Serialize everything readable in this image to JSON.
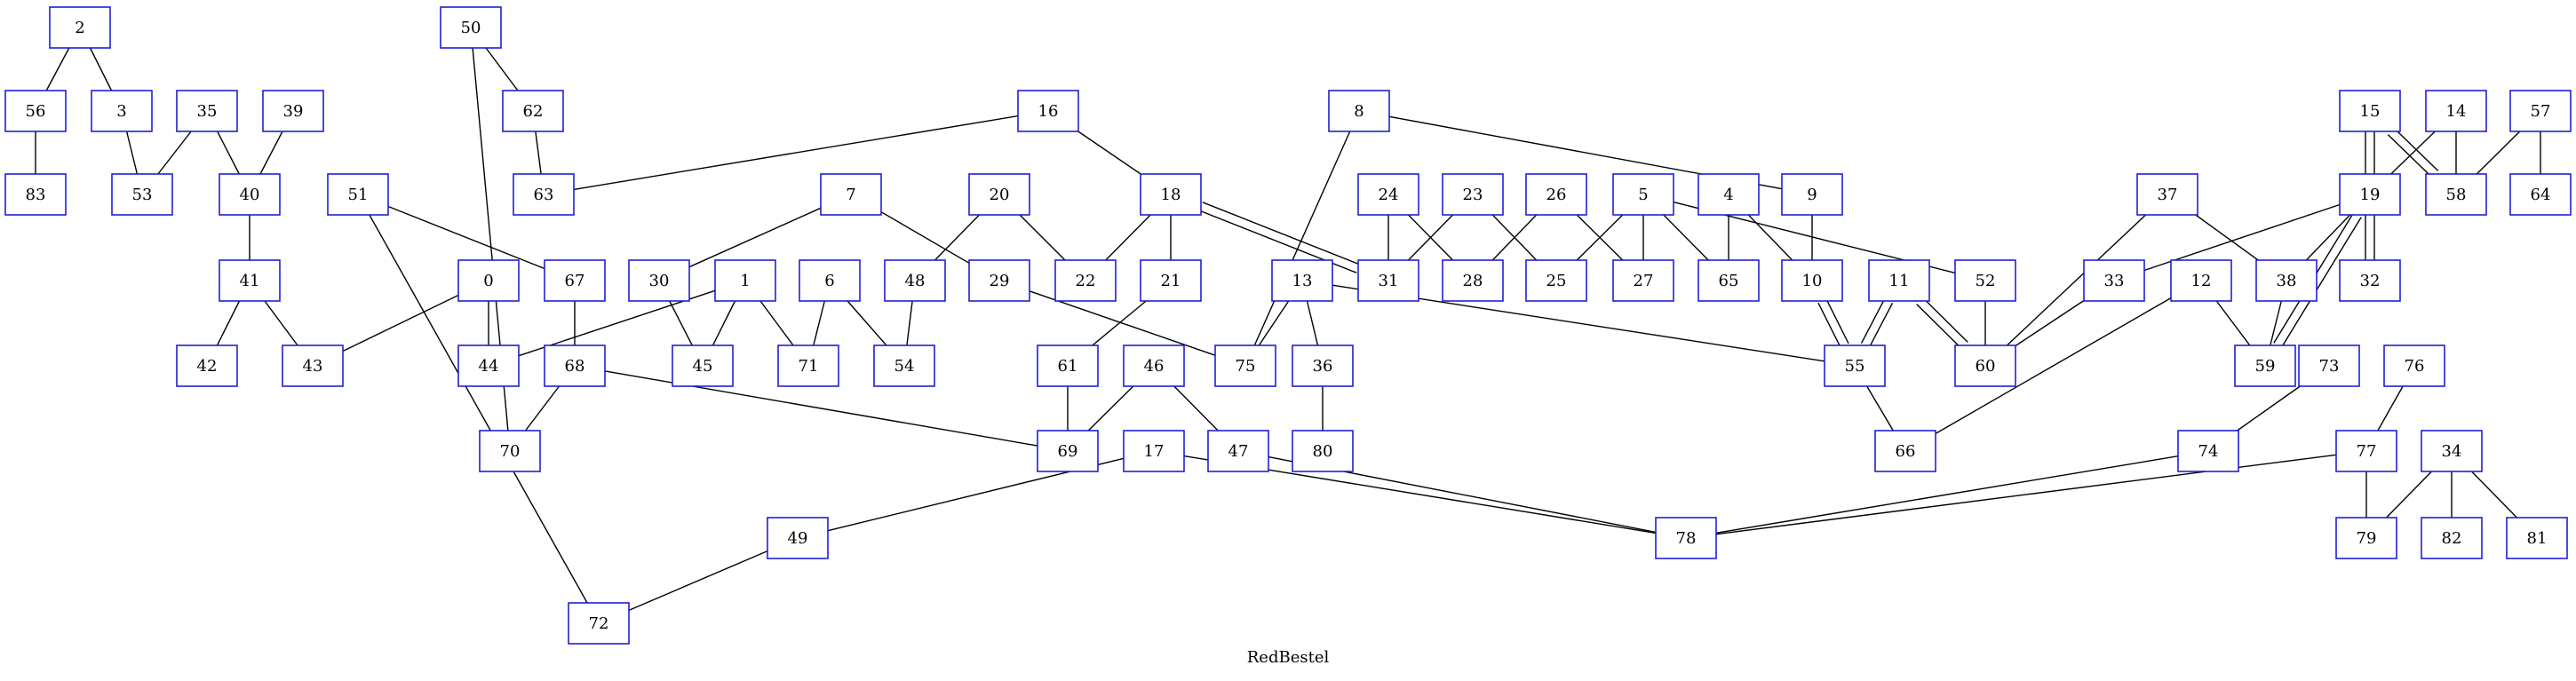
{
  "graph": {
    "caption": "RedBestel",
    "colors": {
      "node_border": "#1f1fd6",
      "edge": "#000000",
      "text": "#000000"
    },
    "nodes": [
      "0",
      "1",
      "2",
      "3",
      "4",
      "5",
      "6",
      "7",
      "8",
      "9",
      "10",
      "11",
      "12",
      "13",
      "14",
      "15",
      "16",
      "17",
      "18",
      "19",
      "20",
      "21",
      "22",
      "23",
      "24",
      "25",
      "26",
      "27",
      "28",
      "29",
      "30",
      "31",
      "32",
      "33",
      "34",
      "35",
      "36",
      "37",
      "38",
      "39",
      "40",
      "41",
      "42",
      "43",
      "44",
      "45",
      "46",
      "47",
      "48",
      "49",
      "50",
      "51",
      "52",
      "53",
      "54",
      "55",
      "56",
      "57",
      "58",
      "59",
      "60",
      "61",
      "62",
      "63",
      "64",
      "65",
      "66",
      "67",
      "68",
      "69",
      "70",
      "71",
      "72",
      "73",
      "74",
      "75",
      "76",
      "77",
      "78",
      "79",
      "80",
      "81",
      "82",
      "83"
    ],
    "edges": [
      [
        "2",
        "56"
      ],
      [
        "2",
        "3"
      ],
      [
        "56",
        "83"
      ],
      [
        "3",
        "53"
      ],
      [
        "35",
        "53"
      ],
      [
        "35",
        "40"
      ],
      [
        "39",
        "40"
      ],
      [
        "40",
        "41"
      ],
      [
        "41",
        "42"
      ],
      [
        "41",
        "43"
      ],
      [
        "0",
        "43"
      ],
      [
        "0",
        "44"
      ],
      [
        "51",
        "67"
      ],
      [
        "51",
        "72"
      ],
      [
        "67",
        "68"
      ],
      [
        "68",
        "70"
      ],
      [
        "68",
        "69"
      ],
      [
        "50",
        "62"
      ],
      [
        "50",
        "70"
      ],
      [
        "62",
        "63"
      ],
      [
        "16",
        "63"
      ],
      [
        "16",
        "18"
      ],
      [
        "7",
        "30"
      ],
      [
        "7",
        "29"
      ],
      [
        "30",
        "45"
      ],
      [
        "1",
        "45"
      ],
      [
        "1",
        "44"
      ],
      [
        "1",
        "71"
      ],
      [
        "6",
        "71"
      ],
      [
        "6",
        "54"
      ],
      [
        "48",
        "54"
      ],
      [
        "20",
        "48"
      ],
      [
        "20",
        "22"
      ],
      [
        "29",
        "75"
      ],
      [
        "18",
        "22"
      ],
      [
        "18",
        "21"
      ],
      [
        "18",
        "31"
      ],
      [
        "18",
        "31"
      ],
      [
        "21",
        "61"
      ],
      [
        "61",
        "69"
      ],
      [
        "46",
        "69"
      ],
      [
        "46",
        "47"
      ],
      [
        "47",
        "78"
      ],
      [
        "17",
        "78"
      ],
      [
        "17",
        "49"
      ],
      [
        "49",
        "72"
      ],
      [
        "8",
        "75"
      ],
      [
        "8",
        "9"
      ],
      [
        "13",
        "75"
      ],
      [
        "13",
        "36"
      ],
      [
        "13",
        "55"
      ],
      [
        "36",
        "80"
      ],
      [
        "24",
        "31"
      ],
      [
        "24",
        "28"
      ],
      [
        "23",
        "31"
      ],
      [
        "23",
        "25"
      ],
      [
        "26",
        "28"
      ],
      [
        "26",
        "27"
      ],
      [
        "5",
        "25"
      ],
      [
        "5",
        "27"
      ],
      [
        "5",
        "65"
      ],
      [
        "5",
        "52"
      ],
      [
        "4",
        "65"
      ],
      [
        "4",
        "10"
      ],
      [
        "9",
        "10"
      ],
      [
        "10",
        "55"
      ],
      [
        "10",
        "55"
      ],
      [
        "11",
        "55"
      ],
      [
        "11",
        "55"
      ],
      [
        "11",
        "60"
      ],
      [
        "11",
        "60"
      ],
      [
        "52",
        "60"
      ],
      [
        "55",
        "66"
      ],
      [
        "12",
        "66"
      ],
      [
        "12",
        "59"
      ],
      [
        "37",
        "60"
      ],
      [
        "37",
        "38"
      ],
      [
        "33",
        "60"
      ],
      [
        "38",
        "59"
      ],
      [
        "19",
        "33"
      ],
      [
        "19",
        "38"
      ],
      [
        "19",
        "32"
      ],
      [
        "19",
        "32"
      ],
      [
        "19",
        "59"
      ],
      [
        "19",
        "59"
      ],
      [
        "15",
        "19"
      ],
      [
        "15",
        "19"
      ],
      [
        "15",
        "58"
      ],
      [
        "15",
        "58"
      ],
      [
        "14",
        "19"
      ],
      [
        "14",
        "58"
      ],
      [
        "57",
        "58"
      ],
      [
        "57",
        "64"
      ],
      [
        "73",
        "74"
      ],
      [
        "74",
        "78"
      ],
      [
        "76",
        "77"
      ],
      [
        "77",
        "78"
      ],
      [
        "77",
        "79"
      ],
      [
        "34",
        "79"
      ],
      [
        "34",
        "82"
      ],
      [
        "34",
        "81"
      ]
    ]
  }
}
